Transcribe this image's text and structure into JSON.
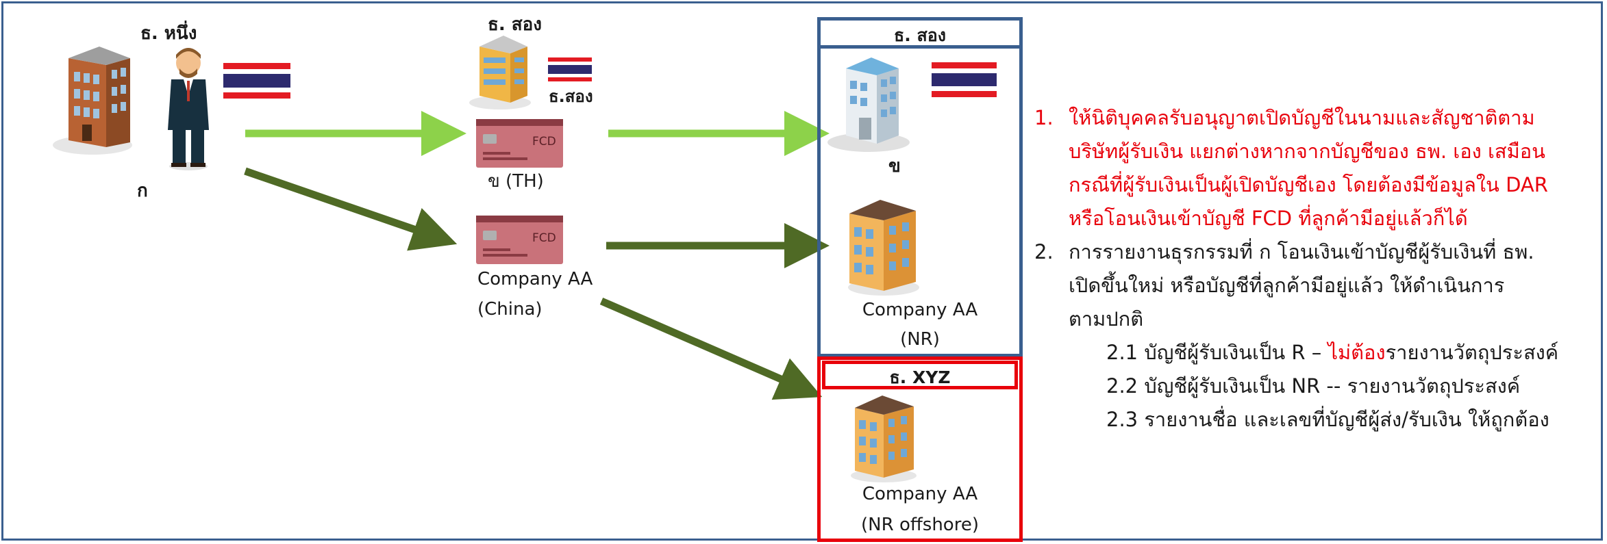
{
  "colors": {
    "frame": "#3a5f8f",
    "arrow_light": "#8dd24a",
    "arrow_dark": "#4f6a25",
    "box_blue": "#3a5f8f",
    "box_red": "#e8000b",
    "emphasis_red": "#e8000b"
  },
  "nodes": {
    "sender_bank": "ธ. หนึ่ง",
    "sender_person": "ก",
    "bank_two_top": "ธ. สอง",
    "bank_two_flag": "ธ.สอง",
    "card_fcd_label": "FCD",
    "card_th_caption": "ข (TH)",
    "card2_fcd_label": "FCD",
    "card_company_line1": "Company AA",
    "card_company_line2": "(China)"
  },
  "box_bank_two": {
    "header": "ธ. สอง",
    "building_caption": "ข",
    "company_line1": "Company AA",
    "company_line2": "(NR)"
  },
  "box_xyz": {
    "header": "ธ. XYZ",
    "company_line1": "Company AA",
    "company_line2": "(NR offshore)"
  },
  "notes": {
    "item1_num": "1.",
    "item1_lines": [
      "ให้นิติบุคคลรับอนุญาตเปิดบัญชีในนามและสัญชาติตาม",
      "บริษัทผู้รับเงิน แยกต่างหากจากบัญชีของ ธพ. เอง เสมือน",
      "กรณีที่ผู้รับเงินเป็นผู้เปิดบัญชีเอง โดยต้องมีข้อมูลใน DAR",
      "หรือโอนเงินเข้าบัญชี FCD ที่ลูกค้ามีอยู่แล้วก็ได้"
    ],
    "item2_num": "2.",
    "item2_lines": [
      "การรายงานธุรกรรมที่ ก โอนเงินเข้าบัญชีผู้รับเงินที่ ธพ.",
      "เปิดขึ้นใหม่ หรือบัญชีที่ลูกค้ามีอยู่แล้ว ให้ดำเนินการ",
      "ตามปกติ"
    ],
    "sub1_prefix": "2.1 บัญชีผู้รับเงินเป็น R – ",
    "sub1_red": "ไม่ต้อง",
    "sub1_suffix": "รายงานวัตถุประสงค์",
    "sub2": "2.2 บัญชีผู้รับเงินเป็น NR -- รายงานวัตถุประสงค์",
    "sub3": "2.3 รายงานชื่อ และเลขที่บัญชีผู้ส่ง/รับเงิน ให้ถูกต้อง"
  }
}
